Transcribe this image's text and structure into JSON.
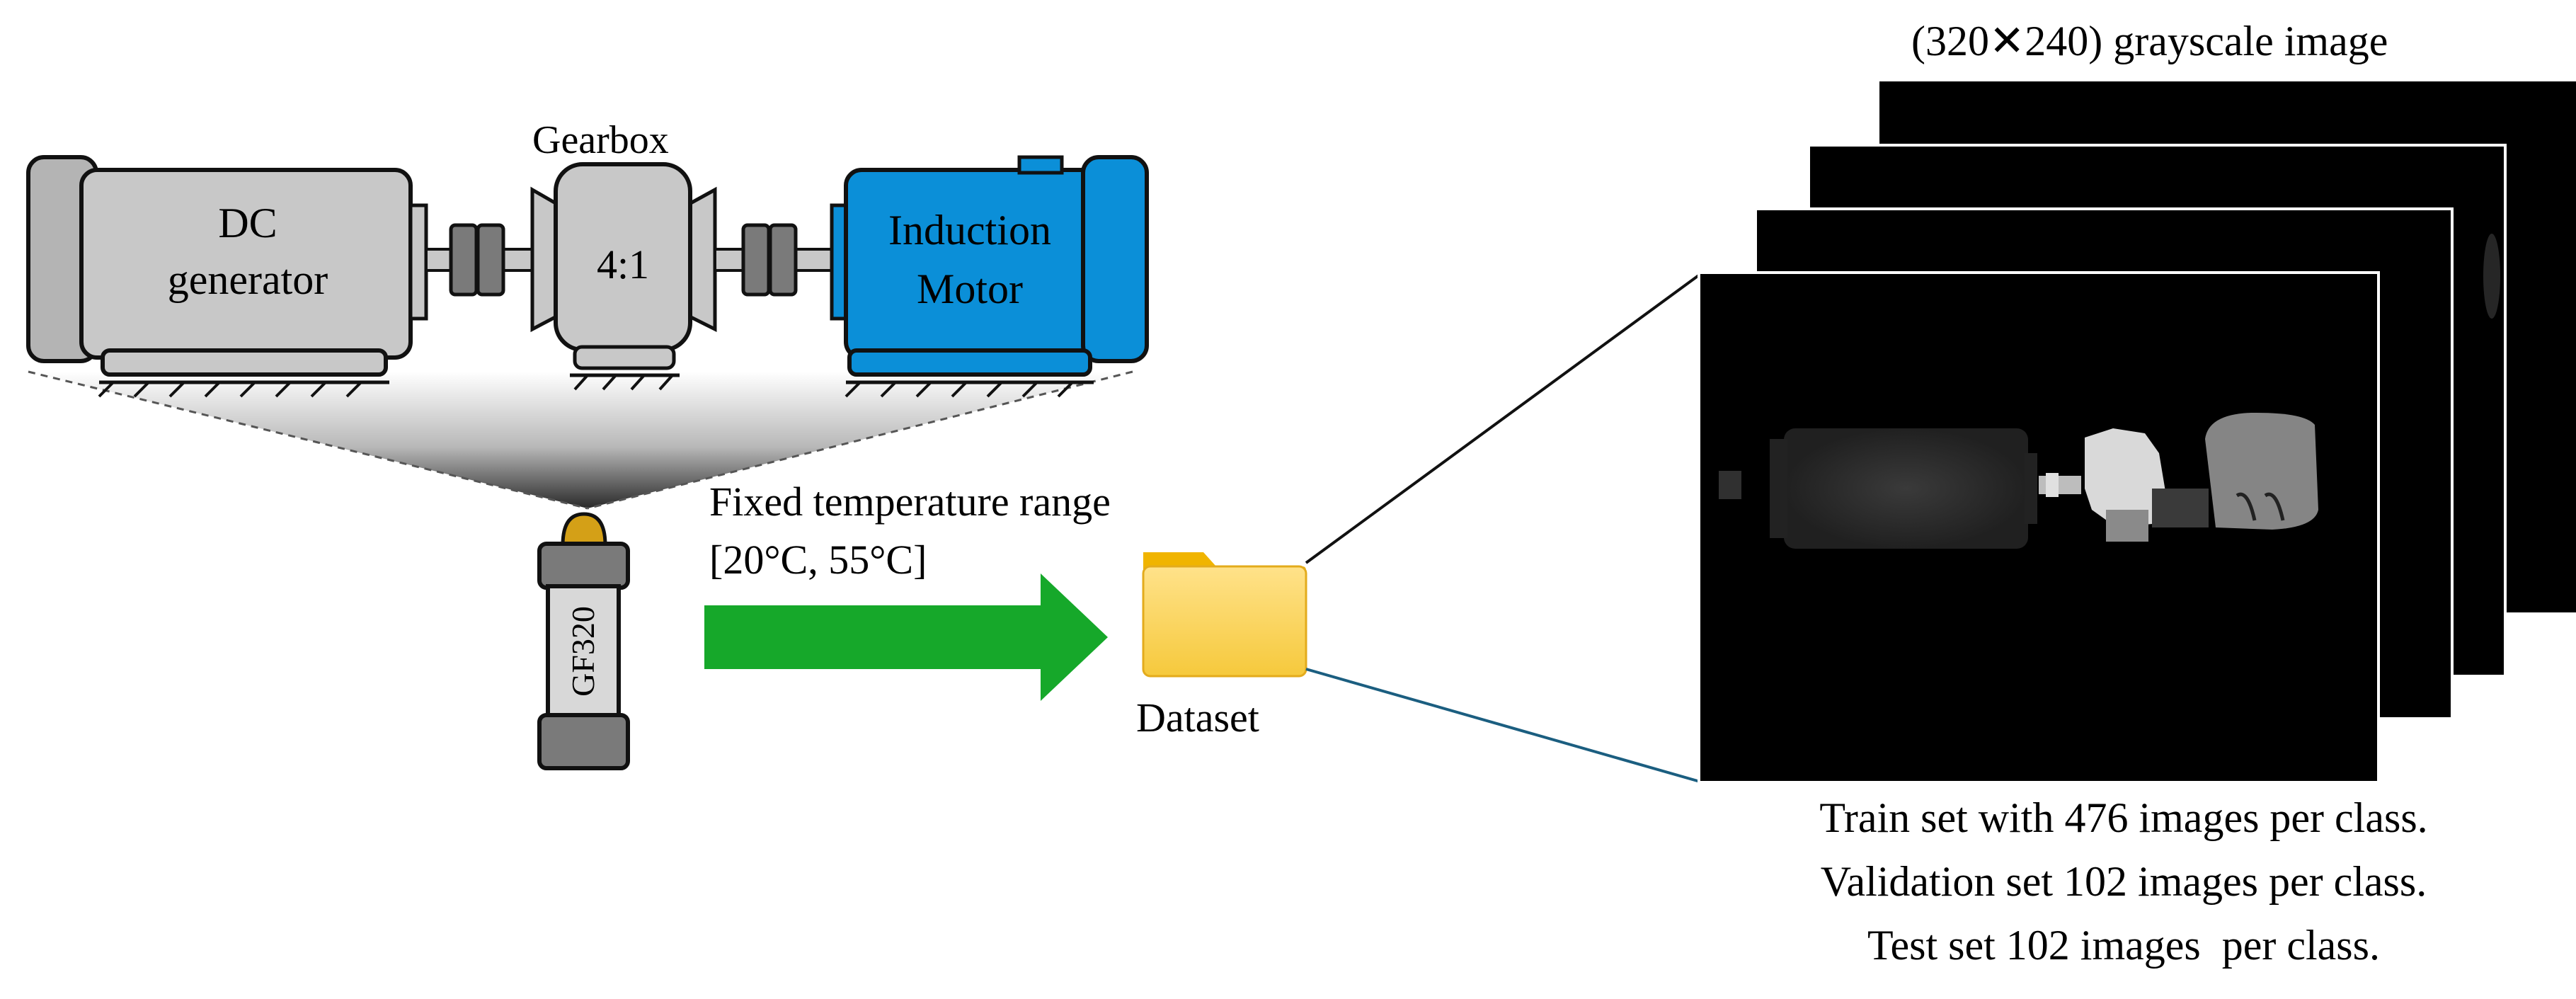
{
  "machine": {
    "gearbox_label": "Gearbox",
    "dc_generator_line1": "DC",
    "dc_generator_line2": "generator",
    "gear_ratio": "4:1",
    "motor_line1": "Induction",
    "motor_line2": "Motor",
    "motor_color": "#0b8fd8",
    "housing_color": "#c8c8c8",
    "coupling_color": "#7a7a7a"
  },
  "camera": {
    "model": "GF320",
    "lens_color": "#d4a017"
  },
  "flow": {
    "temperature_title": "Fixed temperature range",
    "temperature_range": "[20°C, 55°C]",
    "arrow_color": "#16a82a"
  },
  "dataset": {
    "label": "Dataset",
    "icon": "folder-icon",
    "folder_color": "#f6c93c"
  },
  "images": {
    "title": "(320✕240) grayscale image",
    "stack_count": 4
  },
  "splits": {
    "train": "Train set with 476 images per class.",
    "validation": "Validation set 102 images per class.",
    "test": "Test set 102 images  per class."
  }
}
